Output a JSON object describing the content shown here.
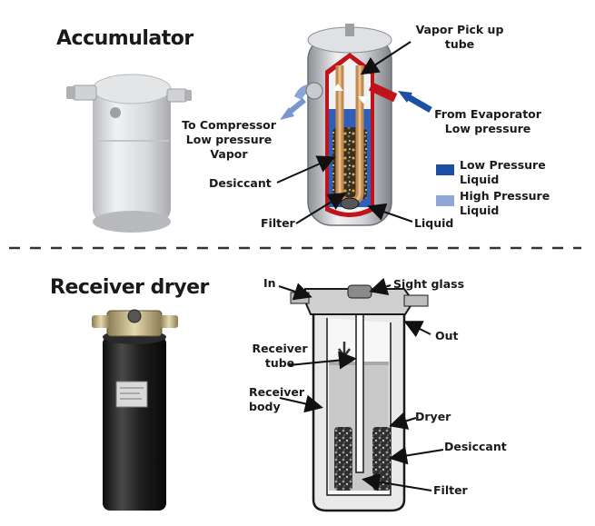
{
  "top_section": {
    "heading": "Accumulator",
    "labels": {
      "vapor_pickup": [
        "Vapor Pick up",
        "tube"
      ],
      "to_compressor": [
        "To Compressor",
        "Low pressure",
        "Vapor"
      ],
      "from_evaporator": [
        "From Evaporator",
        "Low pressure"
      ],
      "desiccant": "Desiccant",
      "filter": "Filter",
      "liquid": "Liquid"
    },
    "legend": [
      {
        "label": [
          "Low Pressure",
          "Liquid"
        ],
        "color": "#1f4fa3"
      },
      {
        "label": [
          "High Pressure",
          "Liquid"
        ],
        "color": "#8ea6d8"
      }
    ]
  },
  "bottom_section": {
    "heading": "Receiver dryer",
    "labels": {
      "in": "In",
      "sight_glass": "Sight glass",
      "out": "Out",
      "receiver_tube": [
        "Receiver",
        "tube"
      ],
      "receiver_body": [
        "Receiver",
        "body"
      ],
      "dryer": "Dryer",
      "desiccant": "Desiccant",
      "filter": "Filter"
    }
  },
  "colors": {
    "text": "#1a1a1a",
    "divider": "#333333",
    "steel": "#c9cbce",
    "red_wall": "#c0141c",
    "copper": "#c08a50",
    "dark_body": "#1c1c1c"
  }
}
